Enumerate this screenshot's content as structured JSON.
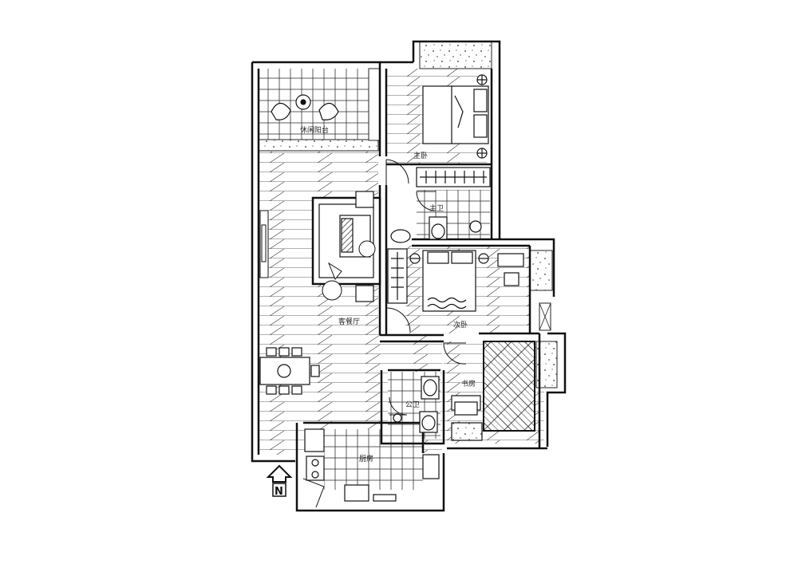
{
  "rooms": {
    "balcony": "休闲阳台",
    "master_bedroom": "主卧",
    "master_bath": "主卫",
    "living_dining": "客餐厅",
    "second_bedroom": "次卧",
    "public_bath": "公卫",
    "study": "书房",
    "kitchen": "厨房"
  },
  "compass": {
    "label": "N"
  }
}
